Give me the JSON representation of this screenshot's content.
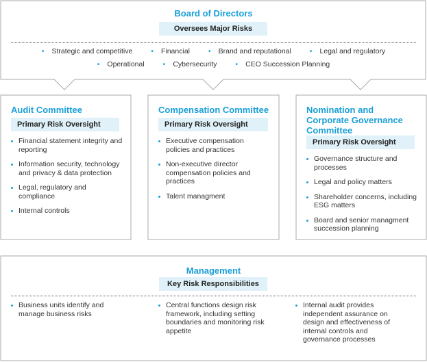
{
  "board": {
    "title": "Board of Directors",
    "subtitle": "Oversees Major Risks",
    "row1": [
      "Strategic and competitive",
      "Financial",
      "Brand and reputational",
      "Legal and regulatory"
    ],
    "row2": [
      "Operational",
      "Cybersecurity",
      "CEO Succession Planning"
    ]
  },
  "audit": {
    "title": "Audit Committee",
    "subtitle": "Primary Risk Oversight",
    "items": [
      "Financial statement integrity and reporting",
      "Information security, technology and privacy & data protection",
      "Legal, regulatory and compliance",
      "Internal controls"
    ]
  },
  "compensation": {
    "title": "Compensation Committee",
    "subtitle": "Primary Risk Oversight",
    "items": [
      "Executive compensation policies and practices",
      "Non-executive director compensation policies and practices",
      "Talent managment"
    ]
  },
  "nomination": {
    "title_line1": "Nomination and",
    "title_line2": "Corporate Governance",
    "title_line3": "Committee",
    "subtitle": "Primary Risk Oversight",
    "items": [
      "Governance structure and processes",
      "Legal and policy matters",
      "Shareholder concerns, including ESG matters",
      "Board and senior managment succession planning"
    ]
  },
  "management": {
    "title": "Management",
    "subtitle": "Key Risk Responsibilities",
    "col1": "Business units identify and manage business risks",
    "col2": "Central functions design risk framework, including setting boundaries and monitoring risk appetite",
    "col3": "Internal audit provides independent assurance on design and effectiveness of internal controls and governance processes"
  },
  "colors": {
    "accent": "#1a9fd8",
    "pill": "#e0f1f9",
    "border": "#aaaaaa"
  }
}
